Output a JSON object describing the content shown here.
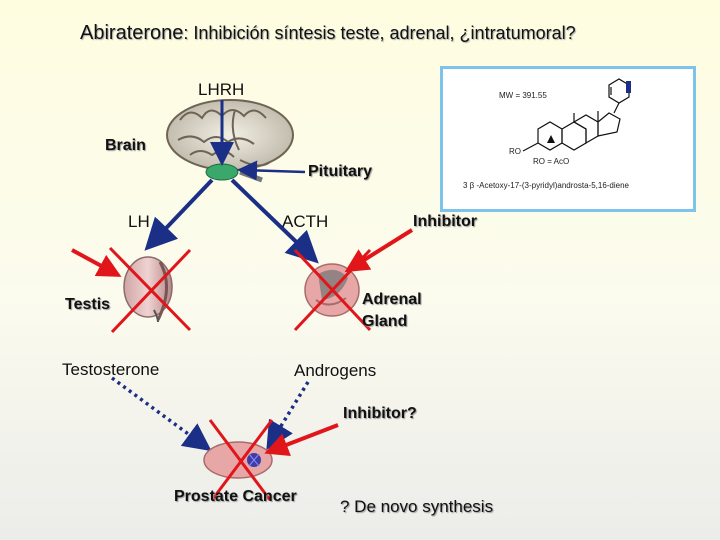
{
  "title": {
    "main": "Abiraterone",
    "subtitle": ": Inhibición síntesis teste, adrenal, ¿intratumoral?"
  },
  "labels": {
    "lhrh": "LHRH",
    "brain": "Brain",
    "pituitary": "Pituitary",
    "lh": "LH",
    "acth": "ACTH",
    "inhibitor": "Inhibitor",
    "testis": "Testis",
    "adrenal_line1": "Adrenal",
    "adrenal_line2": "Gland",
    "testosterone": "Testosterone",
    "androgens": "Androgens",
    "inhibitor_q": "Inhibitor?",
    "prostate_cancer": "Prostate Cancer",
    "de_novo": "? De novo synthesis"
  },
  "chemistry": {
    "mw": "MW = 391.55",
    "ro": "RO",
    "ro_eq": "RO = AcO",
    "name": "3 β -Acetoxy-17-(3-pyridyl)androsta-5,16-diene"
  },
  "colors": {
    "arrow_blue": "#1c2f86",
    "inhibit_red": "#e0161b",
    "box_border": "#7ec3ec",
    "pituitary": "#3aa86a",
    "organ_pink": "#e8a7a7"
  }
}
